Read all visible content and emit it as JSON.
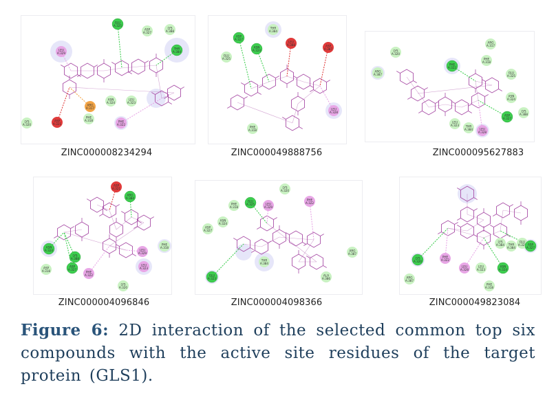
{
  "panels": [
    {
      "id": "ZINC000008234294",
      "residues": [
        {
          "name": "LEU",
          "num": "A:329",
          "kind": "pi-alkyl"
        },
        {
          "name": "GLU",
          "num": "A:325",
          "kind": "hbond"
        },
        {
          "name": "ASP",
          "num": "A:327",
          "kind": "vdw"
        },
        {
          "name": "LYS",
          "num": "A:388",
          "kind": "vdw"
        },
        {
          "name": "THR",
          "num": "A:384",
          "kind": "hbond"
        },
        {
          "name": "ARG",
          "num": "A:317",
          "kind": "pi-anion"
        },
        {
          "name": "ASN",
          "num": "A:324",
          "kind": "vdw"
        },
        {
          "name": "LEU",
          "num": "A:323",
          "kind": "vdw"
        },
        {
          "name": "PHE",
          "num": "A:318",
          "kind": "vdw"
        },
        {
          "name": "PHE",
          "num": "A:322",
          "kind": "pi-alkyl"
        },
        {
          "name": "LYS",
          "num": "A:320",
          "kind": "vdw"
        },
        {
          "name": "ASP",
          "num": "A:321",
          "kind": "unfavorable"
        }
      ]
    },
    {
      "id": "ZINC000049888756",
      "residues": [
        {
          "name": "ASP",
          "num": "A:327",
          "kind": "hbond"
        },
        {
          "name": "THR",
          "num": "A:384",
          "kind": "vdw"
        },
        {
          "name": "ASN",
          "num": "A:324",
          "kind": "hbond"
        },
        {
          "name": "GLU",
          "num": "A:325",
          "kind": "vdw"
        },
        {
          "name": "LEU",
          "num": "A:388",
          "kind": "unfavorable"
        },
        {
          "name": "ASP",
          "num": "A:387",
          "kind": "unfavorable"
        },
        {
          "name": "LEU",
          "num": "A:328",
          "kind": "pi-alkyl"
        },
        {
          "name": "PHE",
          "num": "A:318",
          "kind": "vdw"
        }
      ]
    },
    {
      "id": "ZINC000095627883",
      "residues": [
        {
          "name": "ARG",
          "num": "A:317",
          "kind": "vdw"
        },
        {
          "name": "LYS",
          "num": "A:320",
          "kind": "vdw"
        },
        {
          "name": "PHE",
          "num": "A:318",
          "kind": "vdw"
        },
        {
          "name": "PHE",
          "num": "A:322",
          "kind": "hbond"
        },
        {
          "name": "GLU",
          "num": "A:325",
          "kind": "vdw"
        },
        {
          "name": "ARG",
          "num": "A:387",
          "kind": "vdw"
        },
        {
          "name": "ASN",
          "num": "A:324",
          "kind": "vdw"
        },
        {
          "name": "ASP",
          "num": "A:327",
          "kind": "hbond"
        },
        {
          "name": "LYS",
          "num": "A:388",
          "kind": "vdw"
        },
        {
          "name": "LEU",
          "num": "A:323",
          "kind": "vdw"
        },
        {
          "name": "THR",
          "num": "A:384",
          "kind": "vdw"
        },
        {
          "name": "LEU",
          "num": "A:328",
          "kind": "pi-alkyl"
        }
      ]
    },
    {
      "id": "ZINC000004096846",
      "residues": [
        {
          "name": "ASP",
          "num": "A:321",
          "kind": "unfavorable"
        },
        {
          "name": "ARG",
          "num": "A:384",
          "kind": "hbond"
        },
        {
          "name": "ASN",
          "num": "A:324",
          "kind": "hbond"
        },
        {
          "name": "LYS",
          "num": "A:388",
          "kind": "hbond"
        },
        {
          "name": "ASP",
          "num": "A:327",
          "kind": "hbond"
        },
        {
          "name": "LEU",
          "num": "A:329",
          "kind": "pi-alkyl"
        },
        {
          "name": "PHE",
          "num": "A:318",
          "kind": "vdw"
        },
        {
          "name": "LEU",
          "num": "A:323",
          "kind": "pi-alkyl"
        },
        {
          "name": "ASP",
          "num": "A:318",
          "kind": "vdw"
        },
        {
          "name": "PHE",
          "num": "A:322",
          "kind": "pi-alkyl"
        },
        {
          "name": "LYS",
          "num": "A:320",
          "kind": "vdw"
        }
      ]
    },
    {
      "id": "ZINC000004098366",
      "residues": [
        {
          "name": "LYS",
          "num": "A:320",
          "kind": "vdw"
        },
        {
          "name": "PHE",
          "num": "A:318",
          "kind": "vdw"
        },
        {
          "name": "GLU",
          "num": "A:325",
          "kind": "hbond"
        },
        {
          "name": "LEU",
          "num": "A:329",
          "kind": "pi-alkyl"
        },
        {
          "name": "PHE",
          "num": "A:322",
          "kind": "pi-alkyl"
        },
        {
          "name": "ASN",
          "num": "A:324",
          "kind": "vdw"
        },
        {
          "name": "ASP",
          "num": "A:327",
          "kind": "vdw"
        },
        {
          "name": "ARG",
          "num": "A:387",
          "kind": "vdw"
        },
        {
          "name": "THR",
          "num": "A:384",
          "kind": "vdw"
        },
        {
          "name": "ALA",
          "num": "A:386",
          "kind": "vdw"
        },
        {
          "name": "GLU",
          "num": "A:323",
          "kind": "hbond"
        }
      ]
    },
    {
      "id": "ZINC000049823084",
      "residues": [
        {
          "name": "LYS",
          "num": "A:384",
          "kind": "vdw"
        },
        {
          "name": "THR",
          "num": "A:384",
          "kind": "vdw"
        },
        {
          "name": "GLU",
          "num": "A:325",
          "kind": "vdw"
        },
        {
          "name": "ASP",
          "num": "A:327",
          "kind": "hbond"
        },
        {
          "name": "LYS",
          "num": "A:320",
          "kind": "hbond"
        },
        {
          "name": "PHE",
          "num": "A:322",
          "kind": "pi-alkyl"
        },
        {
          "name": "LEU",
          "num": "A:328",
          "kind": "pi-alkyl"
        },
        {
          "name": "LEU",
          "num": "A:323",
          "kind": "vdw"
        },
        {
          "name": "ASN",
          "num": "A:324",
          "kind": "hbond"
        },
        {
          "name": "ARG",
          "num": "A:387",
          "kind": "vdw"
        },
        {
          "name": "PHE",
          "num": "A:318",
          "kind": "vdw"
        }
      ]
    }
  ],
  "caption": {
    "label": "Figure 6:",
    "text": "2D interaction of the selected common top six compounds with the active site residues of the target protein (GLS1)."
  },
  "colors": {
    "hbond": "#3dce4f",
    "vdw": "#c9f2c2",
    "pi_alkyl": "#e8a6e6",
    "pi_anion": "#f2a446",
    "unfavorable": "#e03a3a",
    "ligand": "#a94fa7",
    "halo": "#dcdcf6",
    "caption_text": "#1f3f5c",
    "caption_label": "#2a547a"
  }
}
